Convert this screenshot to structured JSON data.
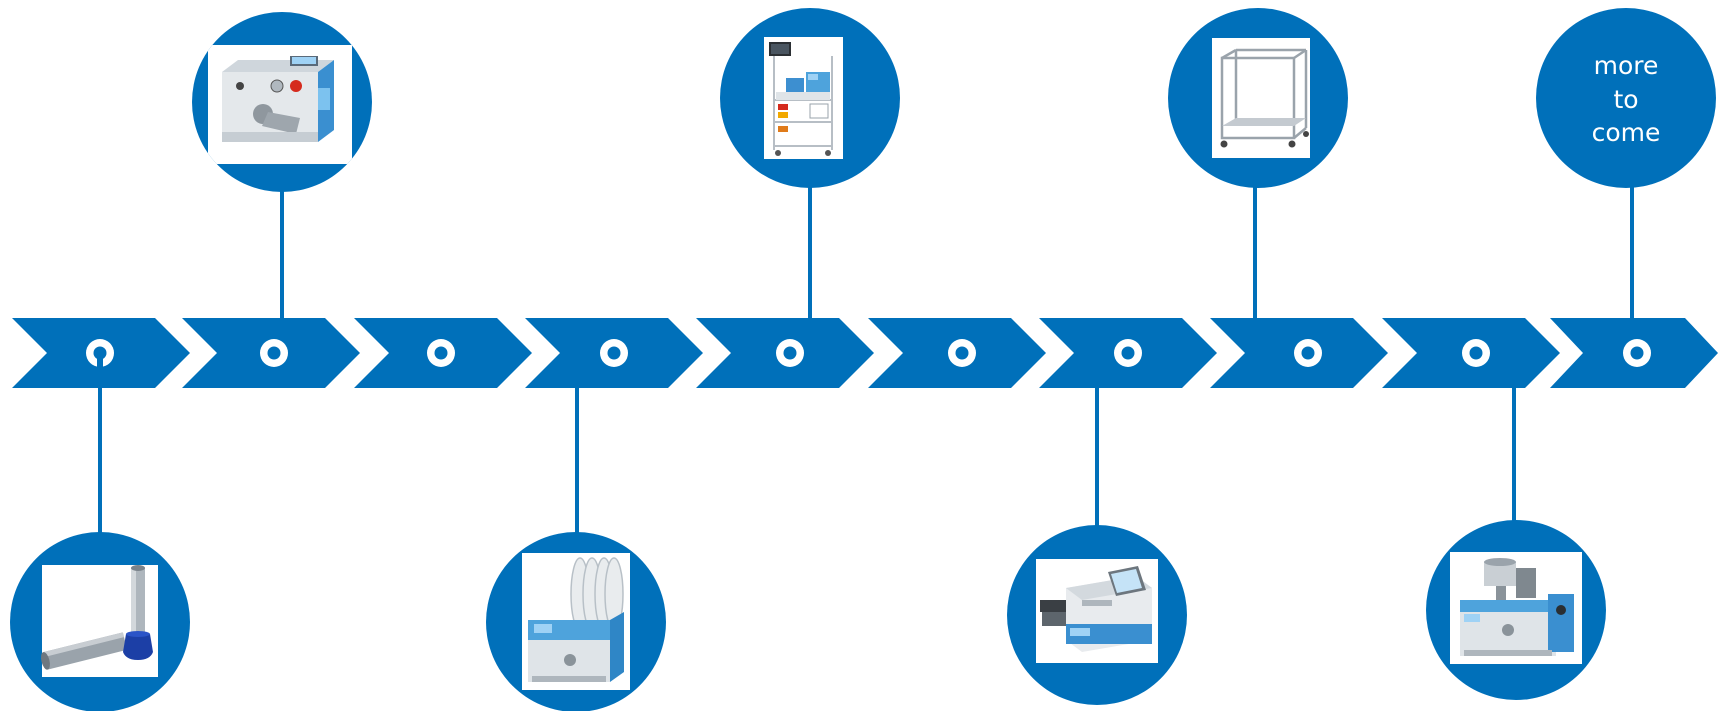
{
  "theme": {
    "accent": "#0070BA",
    "background": "#FFFFFF",
    "marker_hole": "#FFFFFF"
  },
  "timeline": {
    "chevron_count": 10,
    "milestones": [
      {
        "chevron": 1,
        "side": "below",
        "icon": "wire-ferrule-icon"
      },
      {
        "chevron": 2,
        "side": "above",
        "icon": "coiling-machine-icon"
      },
      {
        "chevron": 4,
        "side": "below",
        "icon": "reel-winder-machine-icon"
      },
      {
        "chevron": 5,
        "side": "above",
        "icon": "workstation-cart-icon"
      },
      {
        "chevron": 7,
        "side": "below",
        "icon": "stripping-machine-icon"
      },
      {
        "chevron": 8,
        "side": "above",
        "icon": "wire-rack-cart-icon"
      },
      {
        "chevron": 9,
        "side": "below",
        "icon": "crimping-press-icon"
      },
      {
        "chevron": 10,
        "side": "above",
        "icon": "text-bubble",
        "text_lines": [
          "more",
          "to",
          "come"
        ]
      }
    ]
  }
}
